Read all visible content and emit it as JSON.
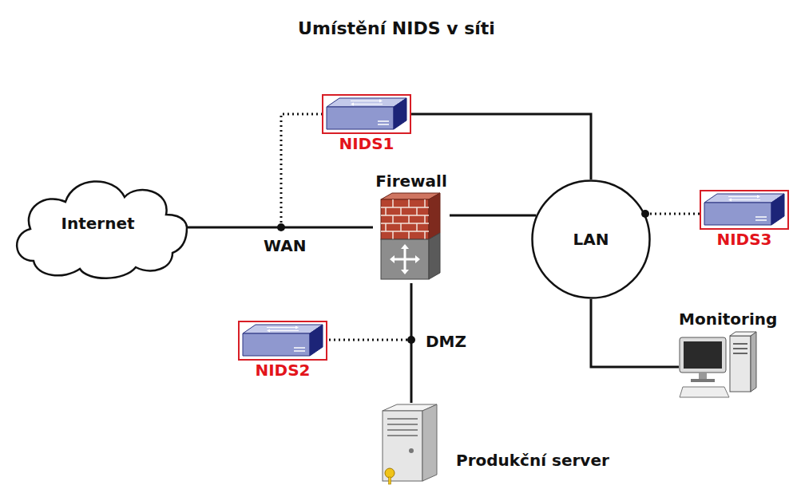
{
  "diagram": {
    "title": "Umístění NIDS v síti",
    "nodes": [
      {
        "text": [
          "Internet"
        ]
      },
      {
        "text": [
          "NIDS1"
        ]
      },
      {
        "text": [
          "Firewall"
        ]
      },
      {
        "text": [
          "LAN"
        ]
      },
      {
        "text": [
          "NIDS3"
        ]
      },
      {
        "text": [
          "Monitoring"
        ]
      },
      {
        "text": [
          "NIDS2"
        ]
      },
      {
        "text": [
          "Produkční server"
        ]
      }
    ],
    "edges": [
      {
        "from": 0,
        "to": 2,
        "arrow": "none"
      },
      {
        "from": 1,
        "to": 3,
        "arrow": "none"
      },
      {
        "from": 2,
        "to": 3,
        "arrow": "none"
      },
      {
        "from": 4,
        "to": 3,
        "arrow": "none"
      },
      {
        "from": 3,
        "to": 5,
        "arrow": "none"
      },
      {
        "from": 2,
        "to": 7,
        "arrow": "none"
      }
    ],
    "labels": [
      "WAN",
      "DMZ"
    ]
  }
}
